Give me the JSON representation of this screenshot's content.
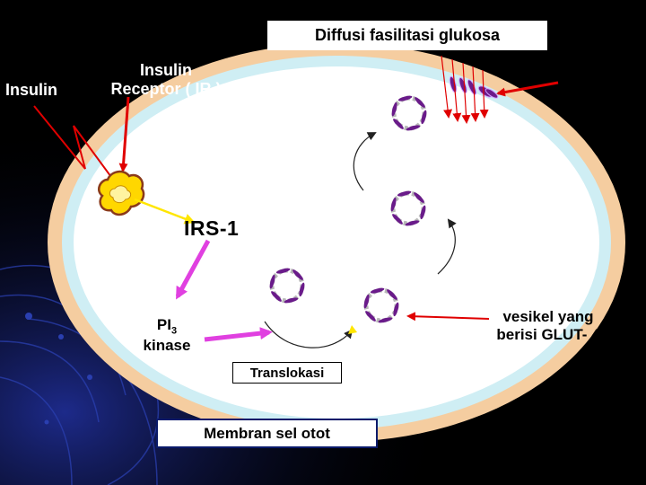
{
  "title": "Diffusi fasilitasi glukosa",
  "labels": {
    "insulin": "Insulin",
    "receptor_line1": "Insulin",
    "receptor_line2": "Receptor ( IR )",
    "glut4": "GLUT- 4",
    "irs1": "IRS-1",
    "pi3_base": "PI",
    "pi3_sub": "3",
    "kinase": "kinase",
    "vesicle_line1": "vesikel yang",
    "vesicle_line2": "berisi GLUT- 4",
    "translokasi": "Translokasi",
    "membrane": "Membran sel otot"
  },
  "colors": {
    "background": "#000000",
    "membrane_outer": "#f5cda0",
    "membrane_inner": "#cfeef4",
    "cytoplasm": "#ffffff",
    "arrow_red": "#e00000",
    "arrow_magenta": "#e040e0",
    "arrow_yellow": "#ffe600",
    "receptor": "#ffd700",
    "glut_purple": "#6a1b8a"
  }
}
